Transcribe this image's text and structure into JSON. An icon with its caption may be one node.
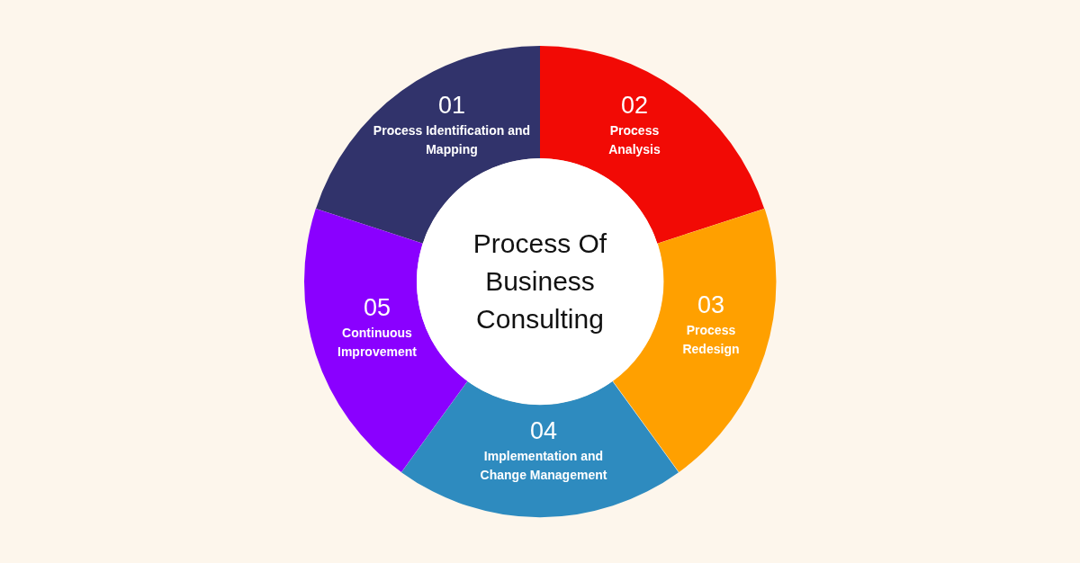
{
  "diagram": {
    "nodes": [
      {
        "text": [
          "01",
          "Process Identification and Mapping"
        ]
      },
      {
        "text": [
          "02",
          "Process Analysis"
        ]
      },
      {
        "text": [
          "03",
          "Process Redesign"
        ]
      },
      {
        "text": [
          "04",
          "Implementation and Change Management"
        ]
      },
      {
        "text": [
          "05",
          "Continuous Improvement"
        ]
      },
      {
        "text": [
          "Process Of Business Consulting"
        ]
      }
    ]
  }
}
